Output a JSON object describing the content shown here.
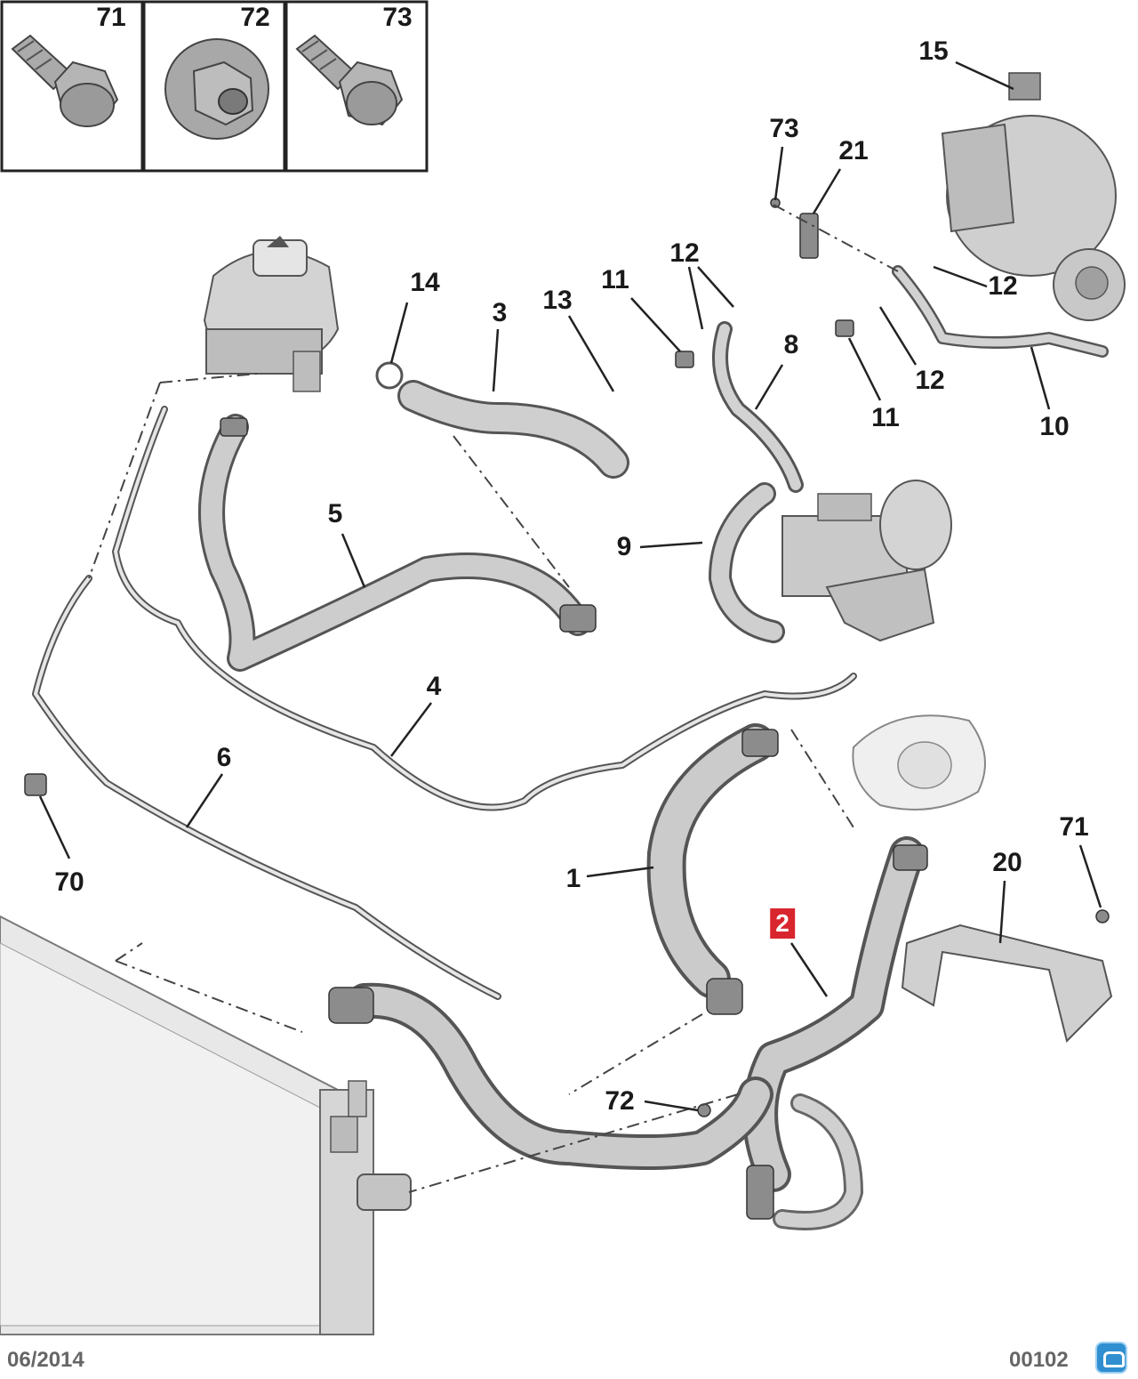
{
  "diagram": {
    "highlight_color": "#d9262e",
    "fastener_boxes": [
      {
        "label": "71",
        "part": "flange bolt"
      },
      {
        "label": "72",
        "part": "flange nut"
      },
      {
        "label": "73",
        "part": "flange bolt"
      }
    ],
    "callouts": {
      "c15": "15",
      "c73": "73",
      "c21": "21",
      "c14": "14",
      "c3": "3",
      "c13": "13",
      "c11a": "11",
      "c12a": "12",
      "c8": "8",
      "c12b": "12",
      "c12c": "12",
      "c11b": "11",
      "c10": "10",
      "c5": "5",
      "c9": "9",
      "c4": "4",
      "c6": "6",
      "c70": "70",
      "c1": "1",
      "c2": "2",
      "c20": "20",
      "c71": "71",
      "c72": "72"
    },
    "footer": {
      "date": "06/2014",
      "reference": "00102"
    }
  }
}
